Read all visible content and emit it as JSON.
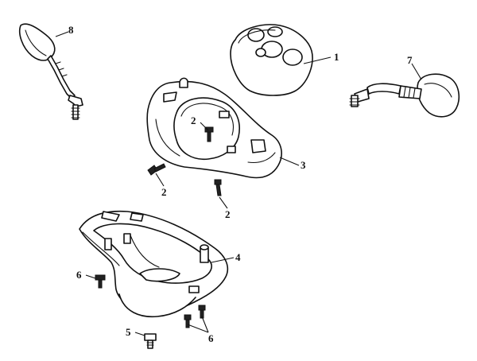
{
  "callouts": {
    "c1": "1",
    "c2a": "2",
    "c2b": "2",
    "c2c": "2",
    "c3": "3",
    "c4": "4",
    "c5": "5",
    "c6a": "6",
    "c6b": "6",
    "c7": "7",
    "c8": "8"
  }
}
